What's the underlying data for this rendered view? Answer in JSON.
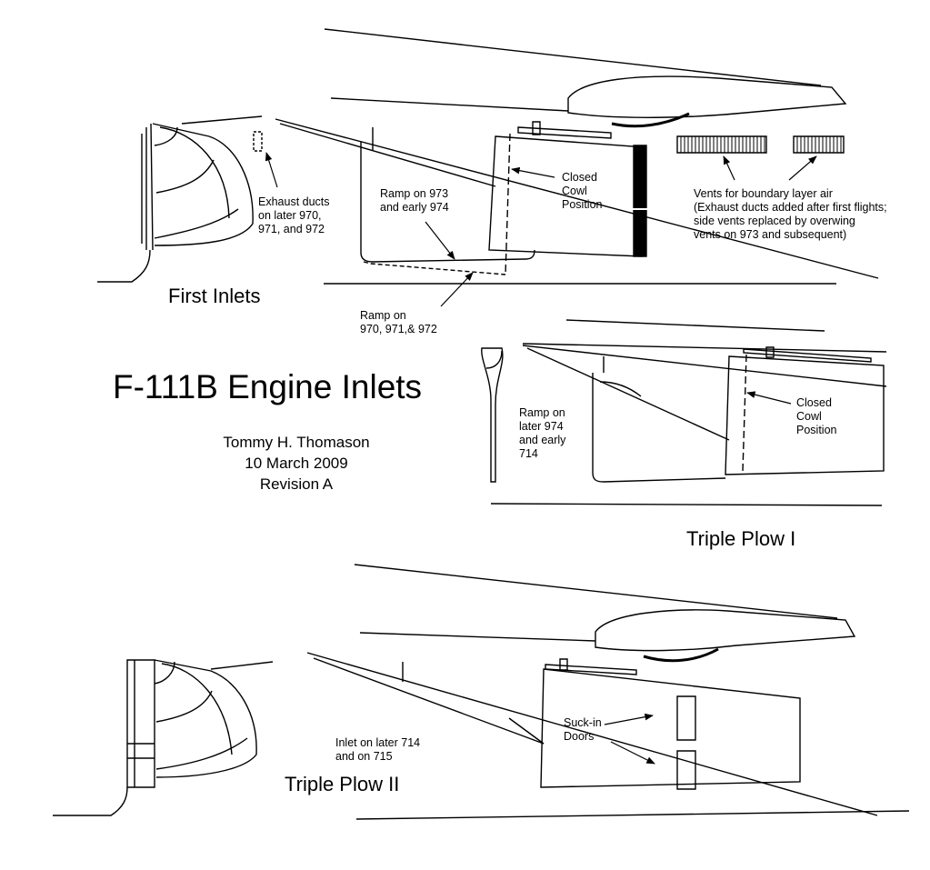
{
  "title": "F-111B Engine Inlets",
  "author": "Tommy H. Thomason",
  "date": "10 March 2009",
  "revision": "Revision A",
  "sections": {
    "first": "First Inlets",
    "triple_plow_1": "Triple Plow I",
    "triple_plow_2": "Triple Plow II"
  },
  "annotations": {
    "exhaust_ducts": "Exhaust ducts\non later 970,\n971, and 972",
    "ramp_973": "Ramp on 973\nand early 974",
    "ramp_970": "Ramp on\n970, 971,& 972",
    "closed_cowl_1": "Closed\nCowl\nPosition",
    "vents": "Vents for boundary layer air\n(Exhaust ducts added after first flights;\nside vents replaced by overwing\nvents on 973 and subsequent)",
    "ramp_later_974": "Ramp on\nlater 974\nand early\n714",
    "closed_cowl_2": "Closed\nCowl\nPosition",
    "inlet_later_714": "Inlet on later 714\nand on 715",
    "suck_in_doors": "Suck-in\nDoors"
  }
}
